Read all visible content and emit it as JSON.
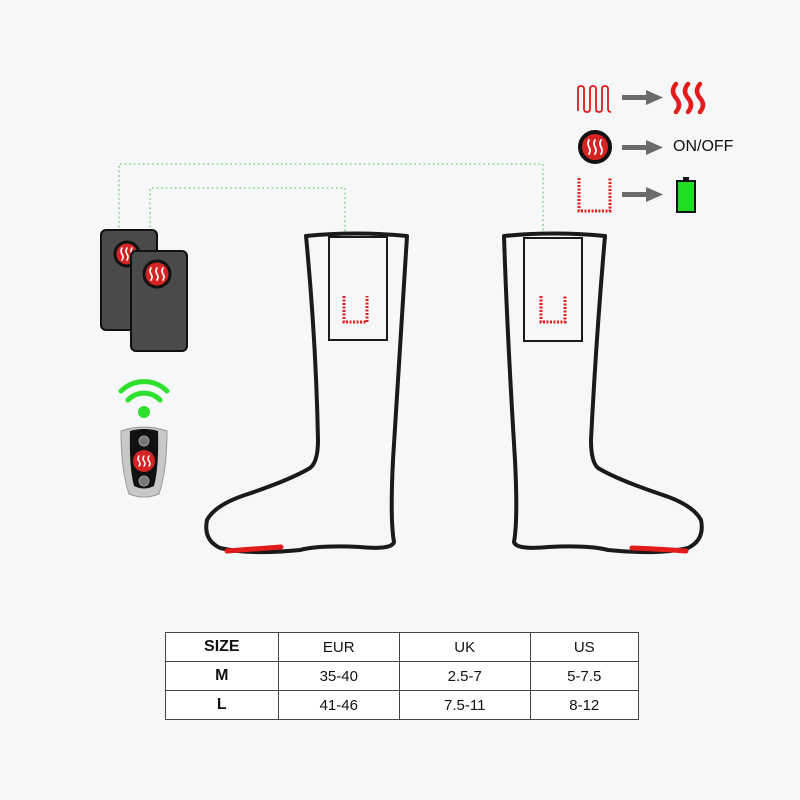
{
  "legend": {
    "items": [
      {
        "icon": "heating-element-icon",
        "arrow": "arrow-right-icon",
        "result": "heat-waves-icon",
        "label": ""
      },
      {
        "icon": "power-button-icon",
        "arrow": "arrow-right-icon",
        "result": "text",
        "label": "ON/OFF"
      },
      {
        "icon": "battery-pocket-icon",
        "arrow": "arrow-right-icon",
        "result": "battery-icon",
        "label": ""
      }
    ]
  },
  "colors": {
    "background": "#f6f7f9",
    "heat_red": "#e21b1b",
    "button_red": "#d42424",
    "battery_green": "#22dd22",
    "wifi_green": "#2ee02e",
    "connector_green": "#7fd67f",
    "battery_pack": "#4a4a4a",
    "outline": "#1a1a1a",
    "arrow_gray": "#6b6b6b"
  },
  "size_table": {
    "headers": [
      "SIZE",
      "EUR",
      "UK",
      "US"
    ],
    "rows": [
      {
        "size": "M",
        "eur": "35-40",
        "uk": "2.5-7",
        "us": "5-7.5"
      },
      {
        "size": "L",
        "eur": "41-46",
        "uk": "7.5-11",
        "us": "8-12"
      }
    ]
  }
}
